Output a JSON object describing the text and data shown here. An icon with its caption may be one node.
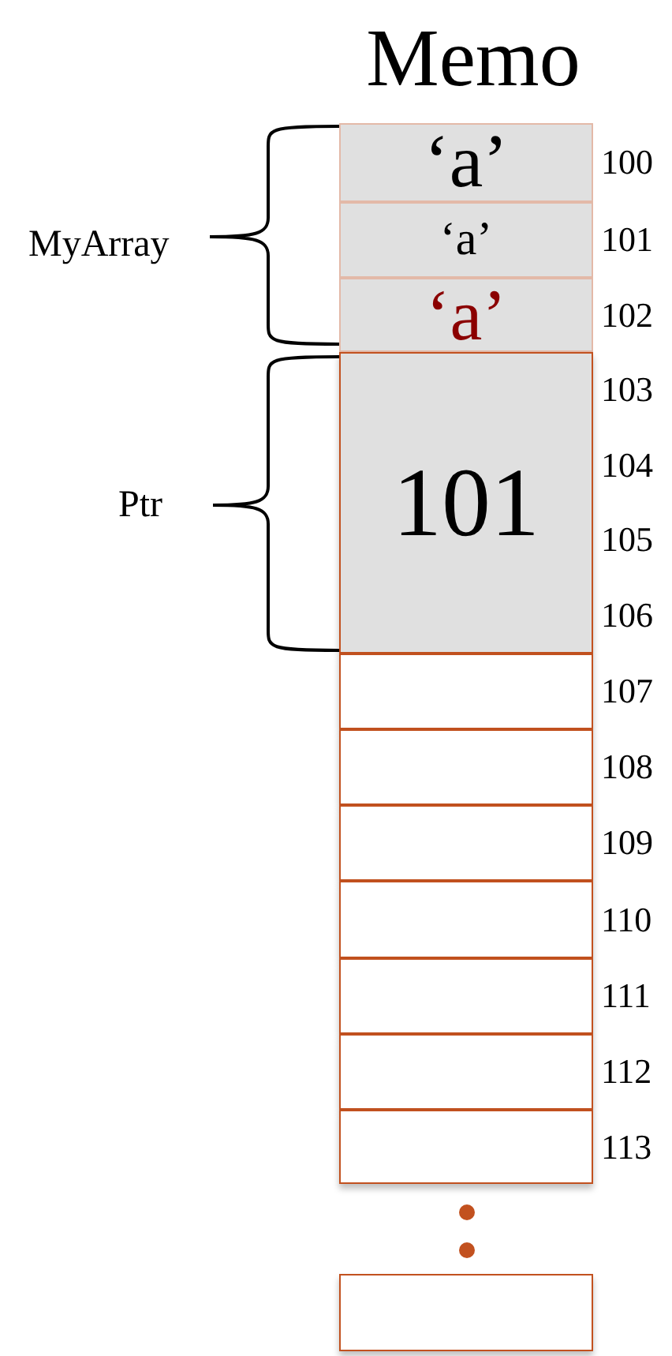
{
  "diagram": {
    "title": "Memo",
    "nodes": [
      {
        "text": [
          "‘a’"
        ],
        "beside": [
          "100"
        ]
      },
      {
        "text": [
          "‘a’"
        ],
        "beside": [
          "101"
        ]
      },
      {
        "text": [
          "‘a’"
        ],
        "beside": [
          "102"
        ]
      },
      {
        "text": [
          "101"
        ],
        "beside": [
          "103",
          "104",
          "105",
          "106"
        ]
      },
      {
        "text": [],
        "shape": "box",
        "beside": [
          "107"
        ]
      },
      {
        "text": [],
        "shape": "box",
        "beside": [
          "108"
        ]
      },
      {
        "text": [],
        "shape": "box",
        "beside": [
          "109"
        ]
      },
      {
        "text": [],
        "shape": "box",
        "beside": [
          "110"
        ]
      },
      {
        "text": [],
        "shape": "box",
        "beside": [
          "111"
        ]
      },
      {
        "text": [],
        "shape": "box",
        "beside": [
          "112"
        ]
      },
      {
        "text": [],
        "shape": "box",
        "beside": [
          "113"
        ]
      },
      {
        "text": [],
        "shape": "box"
      }
    ],
    "edges": [],
    "labels": [
      "MyArray",
      "Ptr"
    ]
  }
}
